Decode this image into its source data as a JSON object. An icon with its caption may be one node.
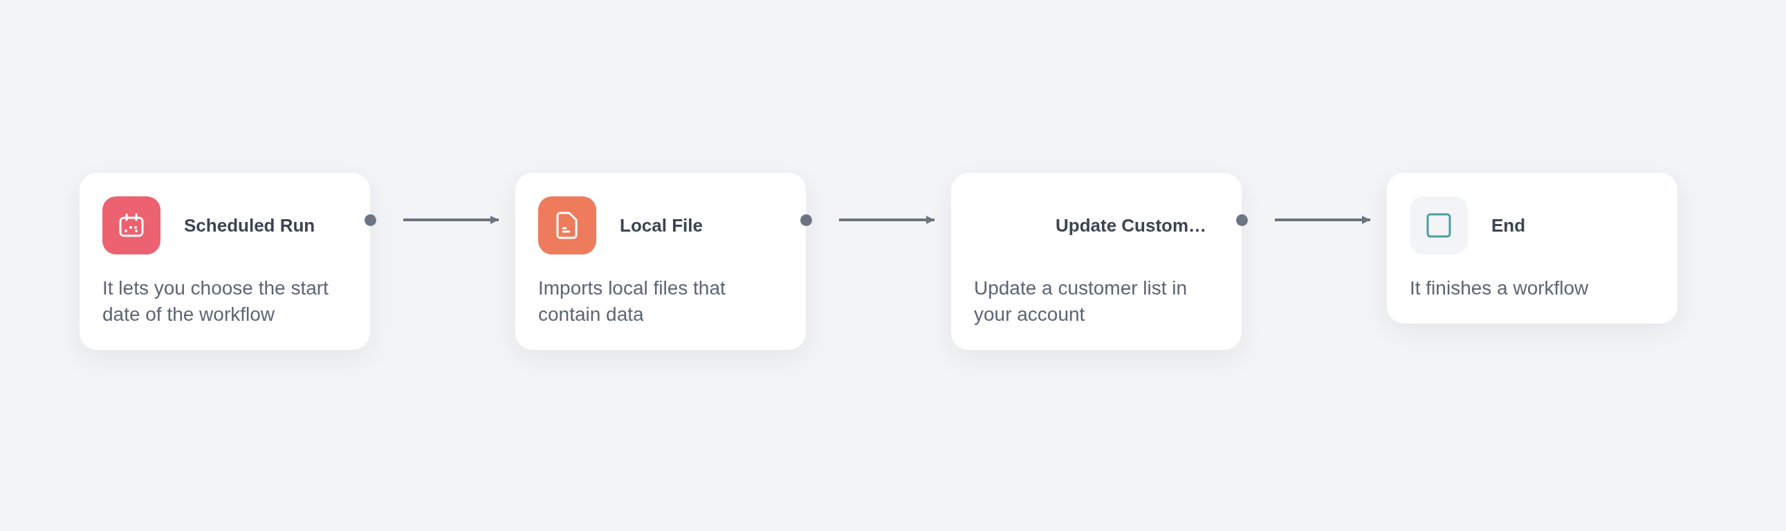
{
  "diagram": {
    "nodes": [
      {
        "text": [
          "Scheduled Run",
          "It lets you choose the start date of the workflow"
        ]
      },
      {
        "text": [
          "Local File",
          "Imports local files that contain data"
        ]
      },
      {
        "text": [
          "Update Custom…",
          "Update a customer list in your account"
        ]
      },
      {
        "text": [
          "End",
          "It finishes a workflow"
        ]
      }
    ],
    "edges": [
      {
        "from": 0,
        "to": 1,
        "arrow": "to"
      },
      {
        "from": 1,
        "to": 2,
        "arrow": "to"
      },
      {
        "from": 2,
        "to": 3,
        "arrow": "to"
      }
    ]
  }
}
